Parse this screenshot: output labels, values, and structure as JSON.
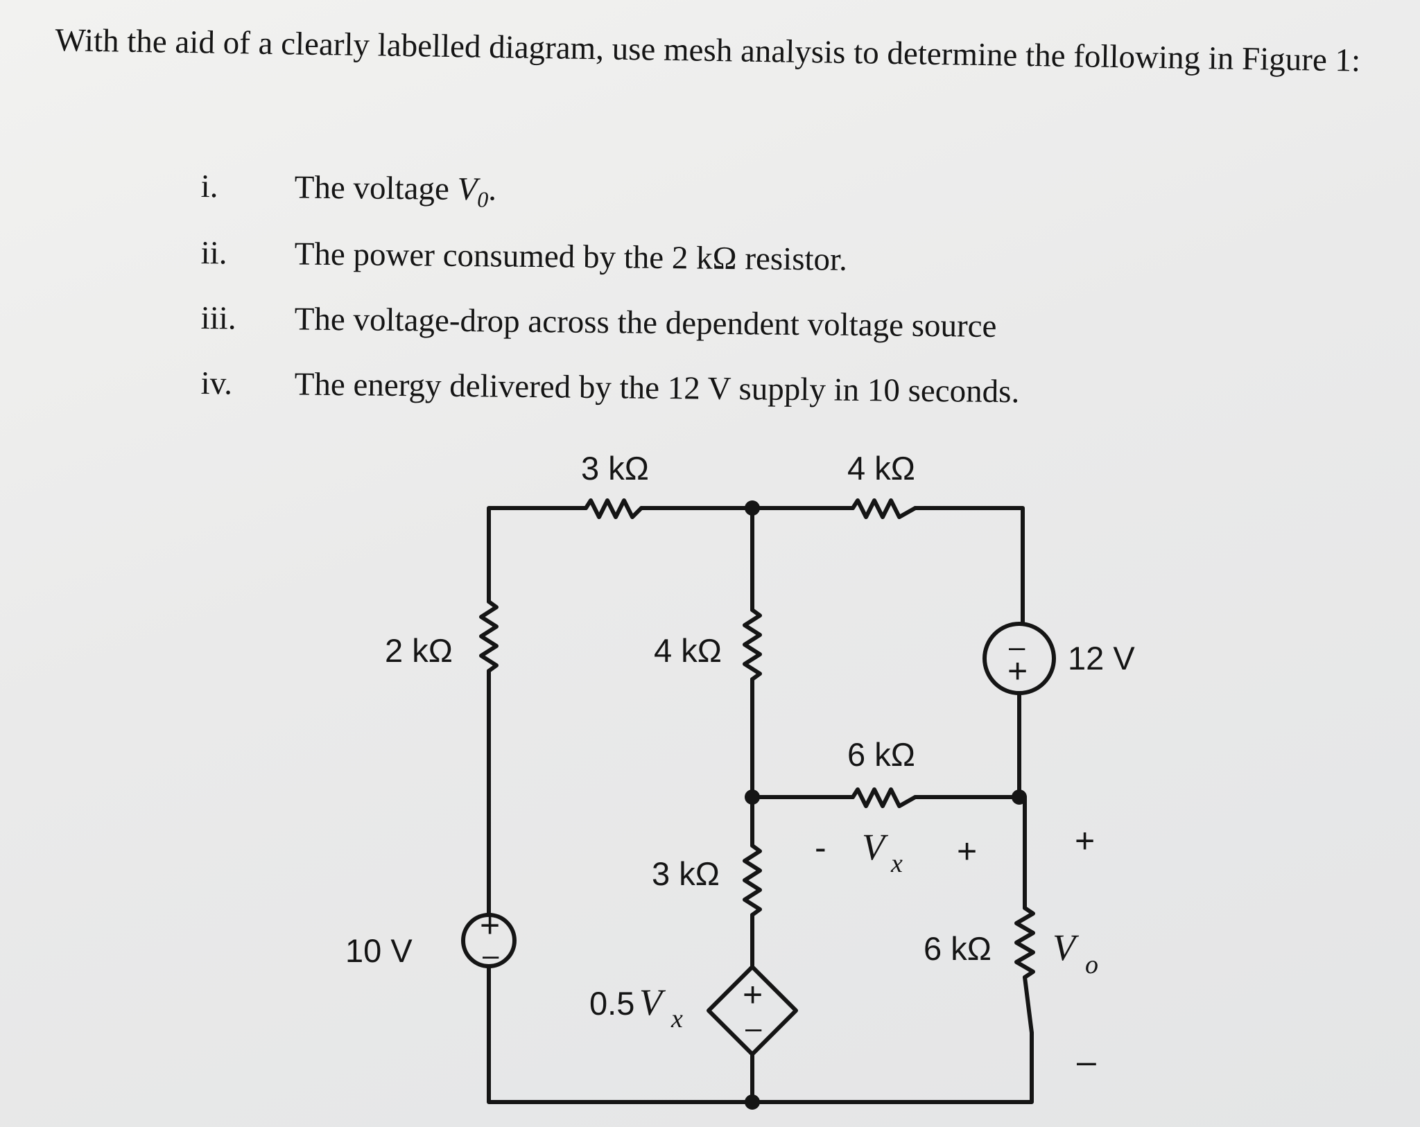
{
  "question": {
    "intro": "With the aid of a clearly labelled diagram, use mesh analysis to determine the following in Figure 1:",
    "items": [
      {
        "num": "i.",
        "text": "The voltage ",
        "var": "V",
        "sub": "0",
        "tail": "."
      },
      {
        "num": "ii.",
        "text": "The power consumed by the 2 kΩ resistor."
      },
      {
        "num": "iii.",
        "text": "The voltage-drop across the dependent voltage source"
      },
      {
        "num": "iv.",
        "text": "The energy delivered by the 12 V supply in 10 seconds."
      }
    ]
  },
  "circuit": {
    "r_top_left": "3 kΩ",
    "r_top_right": "4 kΩ",
    "r_left": "2 kΩ",
    "r_middle_upper": "4 kΩ",
    "r_middle_lower": "3 kΩ",
    "r_horizontal": "6 kΩ",
    "r_right_lower": "6 kΩ",
    "source_left": "10 V",
    "source_right": "12 V",
    "dependent_source_coef": "0.5",
    "dependent_source_var": "V",
    "dependent_source_sub": "x",
    "vx_var": "V",
    "vx_sub": "x",
    "vx_minus": "-",
    "vx_plus": "+",
    "vo_var": "V",
    "vo_sub": "o",
    "vo_plus": "+",
    "vo_minus": "–",
    "source_plus": "+",
    "source_minus": "–"
  },
  "colors": {
    "ink": "#151515",
    "paper": "#eeeeec"
  }
}
